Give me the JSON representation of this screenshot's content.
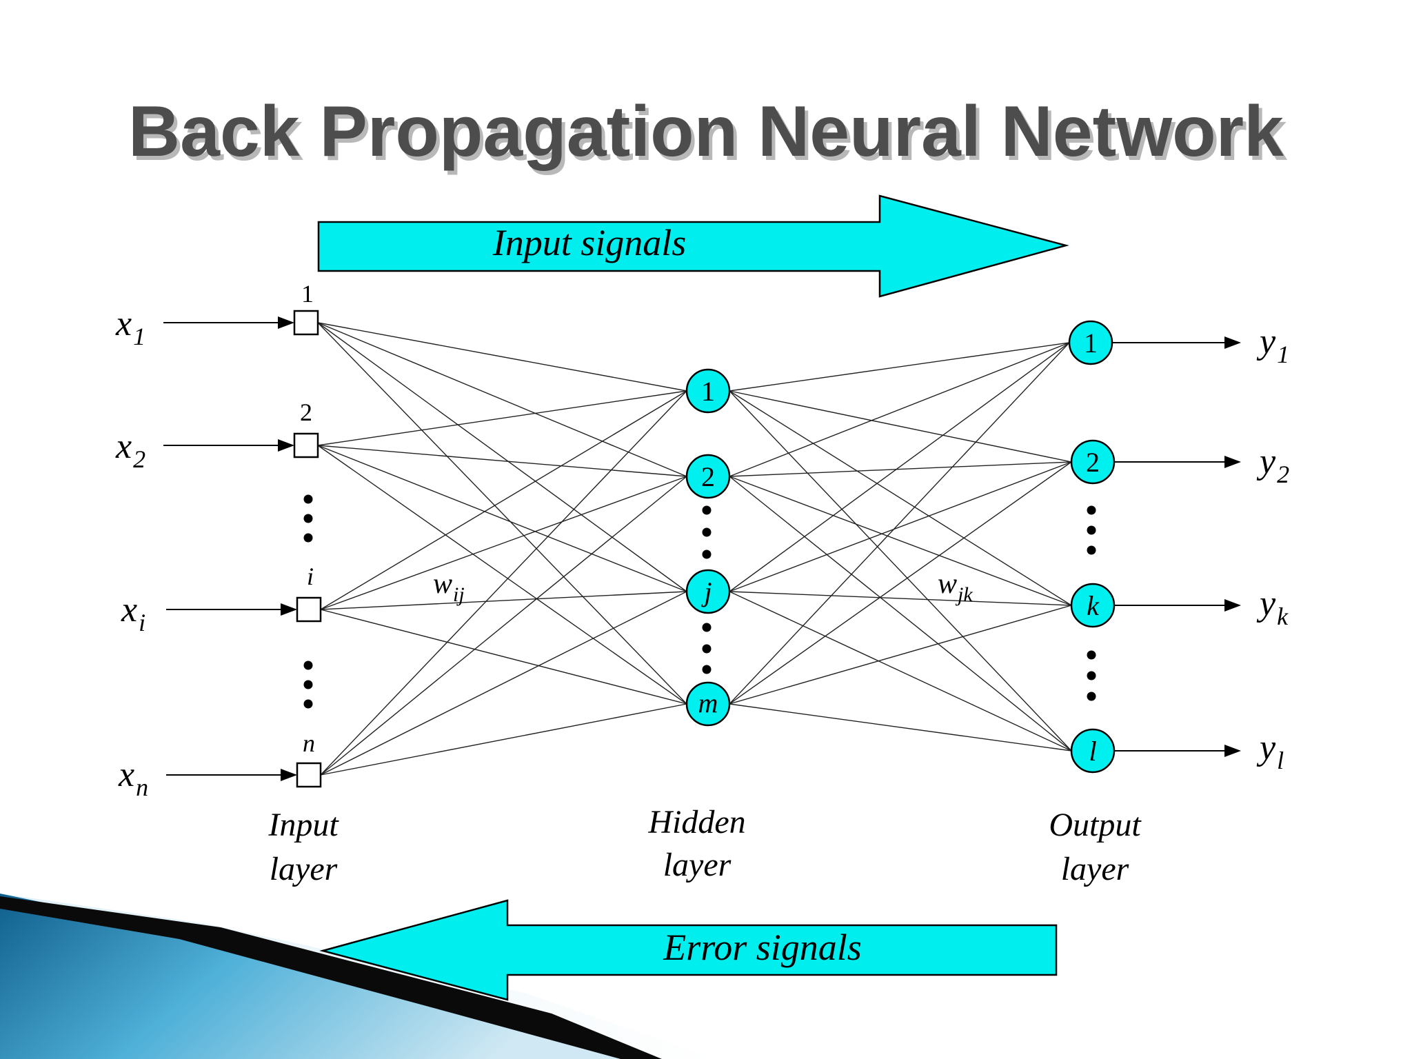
{
  "title": "Back Propagation Neural Network",
  "arrows": {
    "forward_label": "Input signals",
    "backward_label": "Error signals"
  },
  "input_layer": {
    "label_line1": "Input",
    "label_line2": "layer",
    "nodes": [
      {
        "index": "1",
        "var": "x",
        "sub": "1"
      },
      {
        "index": "2",
        "var": "x",
        "sub": "2"
      },
      {
        "index": "i",
        "var": "x",
        "sub": "i"
      },
      {
        "index": "n",
        "var": "x",
        "sub": "n"
      }
    ]
  },
  "hidden_layer": {
    "label_line1": "Hidden",
    "label_line2": "layer",
    "nodes": [
      "1",
      "2",
      "j",
      "m"
    ]
  },
  "output_layer": {
    "label_line1": "Output",
    "label_line2": "layer",
    "nodes": [
      {
        "index": "1",
        "var": "y",
        "sub": "1"
      },
      {
        "index": "2",
        "var": "y",
        "sub": "2"
      },
      {
        "index": "k",
        "var": "y",
        "sub": "k"
      },
      {
        "index": "l",
        "var": "y",
        "sub": "l"
      }
    ]
  },
  "weights": {
    "input_hidden": {
      "main": "w",
      "sub": "ij"
    },
    "hidden_output": {
      "main": "w",
      "sub": "jk"
    }
  },
  "colors": {
    "neuron_fill": "#00f0f0",
    "arrow_fill": "#00eeee",
    "title": "#4d4d4d",
    "corner_blue": "#1a7aa8"
  }
}
